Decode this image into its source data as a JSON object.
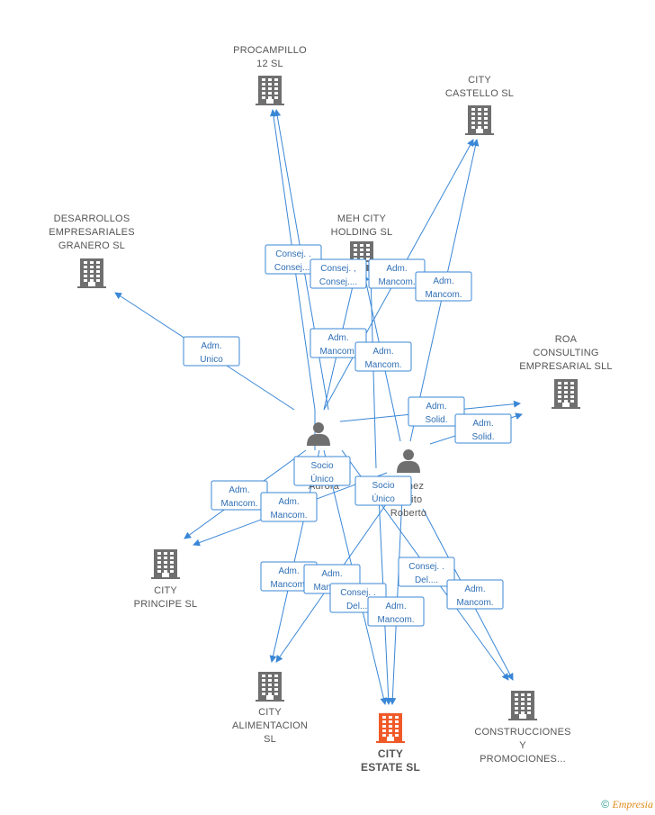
{
  "colors": {
    "edge": "#3a87d6",
    "company_icon": "#6f6f6f",
    "main_company_icon": "#f05a28",
    "person_icon": "#6f6f6f"
  },
  "nodes": {
    "procampillo": {
      "label": [
        "PROCAMPILLO",
        "12 SL"
      ],
      "icon": "building-icon"
    },
    "city_castello": {
      "label": [
        "CITY",
        "CASTELLO SL"
      ],
      "icon": "building-icon"
    },
    "desarrollos": {
      "label": [
        "DESARROLLOS",
        "EMPRESARIALES",
        "GRANERO SL"
      ],
      "icon": "building-icon"
    },
    "meh_city": {
      "label": [
        "MEH CITY",
        "HOLDING  SL"
      ],
      "icon": "building-icon"
    },
    "roa": {
      "label": [
        "ROA",
        "CONSULTING",
        "EMPRESARIAL SLL"
      ],
      "icon": "building-icon"
    },
    "city_principe": {
      "label": [
        "CITY",
        "PRINCIPE SL"
      ],
      "icon": "building-icon"
    },
    "city_alimentacion": {
      "label": [
        "CITY",
        "ALIMENTACION",
        "SL"
      ],
      "icon": "building-icon"
    },
    "city_estate": {
      "label": [
        "CITY",
        "ESTATE  SL"
      ],
      "icon": "building-icon",
      "main": true
    },
    "construcciones": {
      "label": [
        "CONSTRUCCIONES",
        "Y",
        "PROMOCIONES..."
      ],
      "icon": "building-icon"
    },
    "person_aurora": {
      "label": [
        "Aurora"
      ],
      "icon": "person-icon"
    },
    "person_roberto": {
      "label": [
        "artinez",
        "posito",
        "Roberto"
      ],
      "icon": "person-icon"
    }
  },
  "edge_labels": [
    [
      "Consej. .",
      "Consej...."
    ],
    [
      "Consej. ,",
      "Consej...."
    ],
    [
      "Adm.",
      "Mancom."
    ],
    [
      "Adm.",
      "Mancom."
    ],
    [
      "Adm.",
      "Unico"
    ],
    [
      "Adm.",
      "Mancom."
    ],
    [
      "Adm.",
      "Mancom."
    ],
    [
      "Adm.",
      "Solid."
    ],
    [
      "Adm.",
      "Solid."
    ],
    [
      "Socio",
      "Único"
    ],
    [
      "Adm.",
      "Mancom."
    ],
    [
      "Adm.",
      "Mancom."
    ],
    [
      "Socio",
      "Único"
    ],
    [
      "Adm.",
      "Mancom."
    ],
    [
      "Adm.",
      "Mancom."
    ],
    [
      "Consej. .",
      "Del...."
    ],
    [
      "Consej. .",
      "Del...."
    ],
    [
      "Adm.",
      "Mancom."
    ],
    [
      "Adm.",
      "Mancom."
    ]
  ],
  "footer": {
    "copyright": "©",
    "brand": "Empresia"
  }
}
